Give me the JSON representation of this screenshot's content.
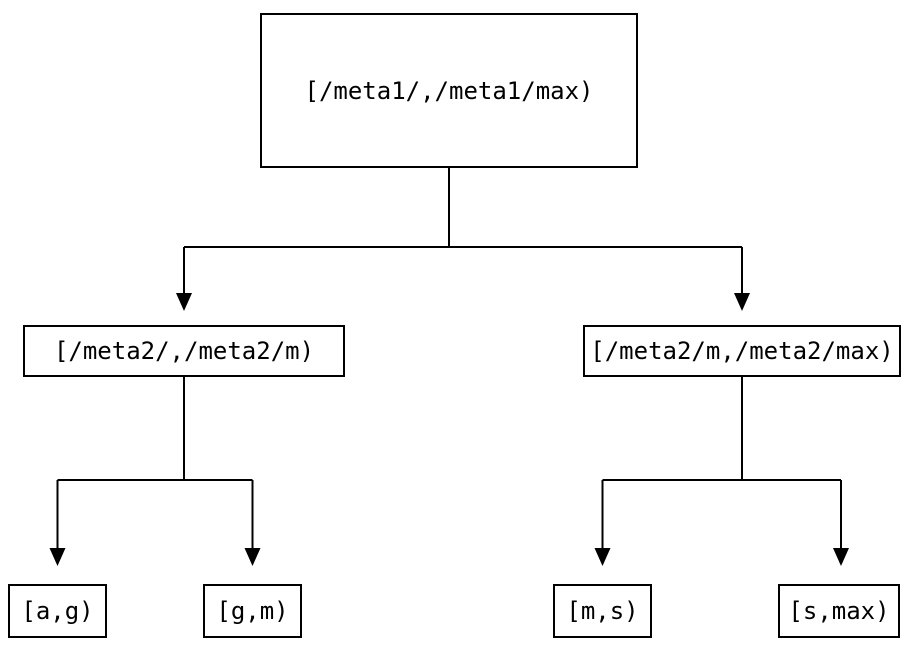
{
  "diagram": {
    "type": "tree",
    "nodes": {
      "root": {
        "label": "[/meta1/,/meta1/max)"
      },
      "meta2_low": {
        "label": "[/meta2/,/meta2/m)"
      },
      "meta2_high": {
        "label": "[/meta2/m,/meta2/max)"
      },
      "leaf_a_g": {
        "label": "[a,g)"
      },
      "leaf_g_m": {
        "label": "[g,m)"
      },
      "leaf_m_s": {
        "label": "[m,s)"
      },
      "leaf_s_max": {
        "label": "[s,max)"
      }
    },
    "edges": [
      {
        "from": "root",
        "to": "meta2_low"
      },
      {
        "from": "root",
        "to": "meta2_high"
      },
      {
        "from": "meta2_low",
        "to": "leaf_a_g"
      },
      {
        "from": "meta2_low",
        "to": "leaf_g_m"
      },
      {
        "from": "meta2_high",
        "to": "leaf_m_s"
      },
      {
        "from": "meta2_high",
        "to": "leaf_s_max"
      }
    ],
    "colors": {
      "line": "#000000",
      "text": "#000000",
      "background": "#ffffff"
    }
  }
}
